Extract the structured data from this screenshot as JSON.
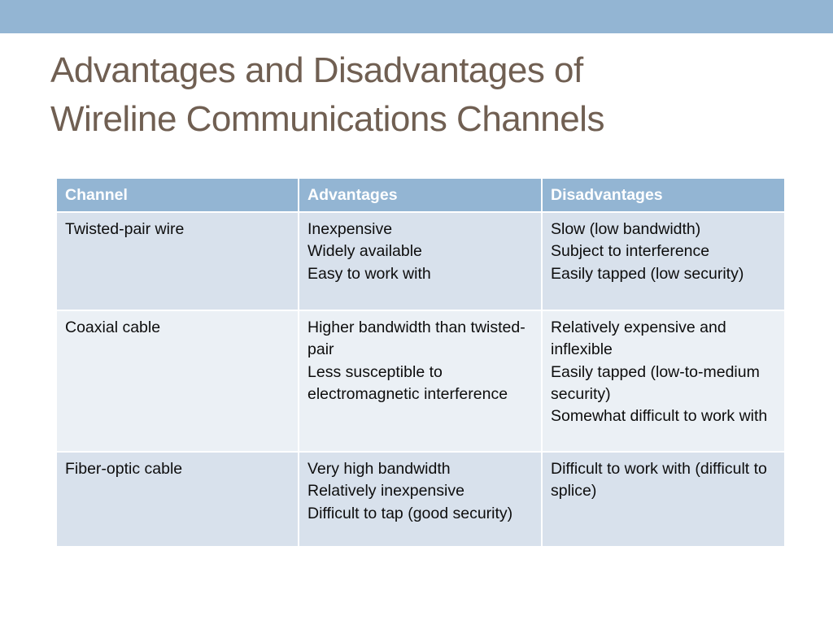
{
  "slide": {
    "title_lines": [
      "Advantages and Disadvantages of",
      "Wireline Communications Channels"
    ]
  },
  "table": {
    "headers": [
      "Channel",
      "Advantages",
      "Disadvantages"
    ],
    "rows": [
      {
        "channel": "Twisted-pair wire",
        "advantages": [
          "Inexpensive",
          "Widely available",
          "Easy to work with"
        ],
        "disadvantages": [
          "Slow (low bandwidth)",
          "Subject to interference",
          "Easily tapped (low security)"
        ]
      },
      {
        "channel": "Coaxial cable",
        "advantages": [
          "Higher bandwidth than twisted-pair",
          "Less susceptible to electromagnetic interference"
        ],
        "disadvantages": [
          "Relatively expensive and inflexible",
          "Easily tapped (low-to-medium security)",
          "Somewhat difficult to work with"
        ]
      },
      {
        "channel": "Fiber-optic cable",
        "advantages": [
          "Very high bandwidth",
          "Relatively inexpensive",
          "Difficult to tap (good security)"
        ],
        "disadvantages": [
          "Difficult to work with (difficult to splice)"
        ]
      }
    ]
  },
  "colors": {
    "band": "#93b5d3",
    "title": "#705f52",
    "header_fill": "#93b5d3",
    "row_dark": "#d8e1ec",
    "row_light": "#ebf0f5"
  }
}
